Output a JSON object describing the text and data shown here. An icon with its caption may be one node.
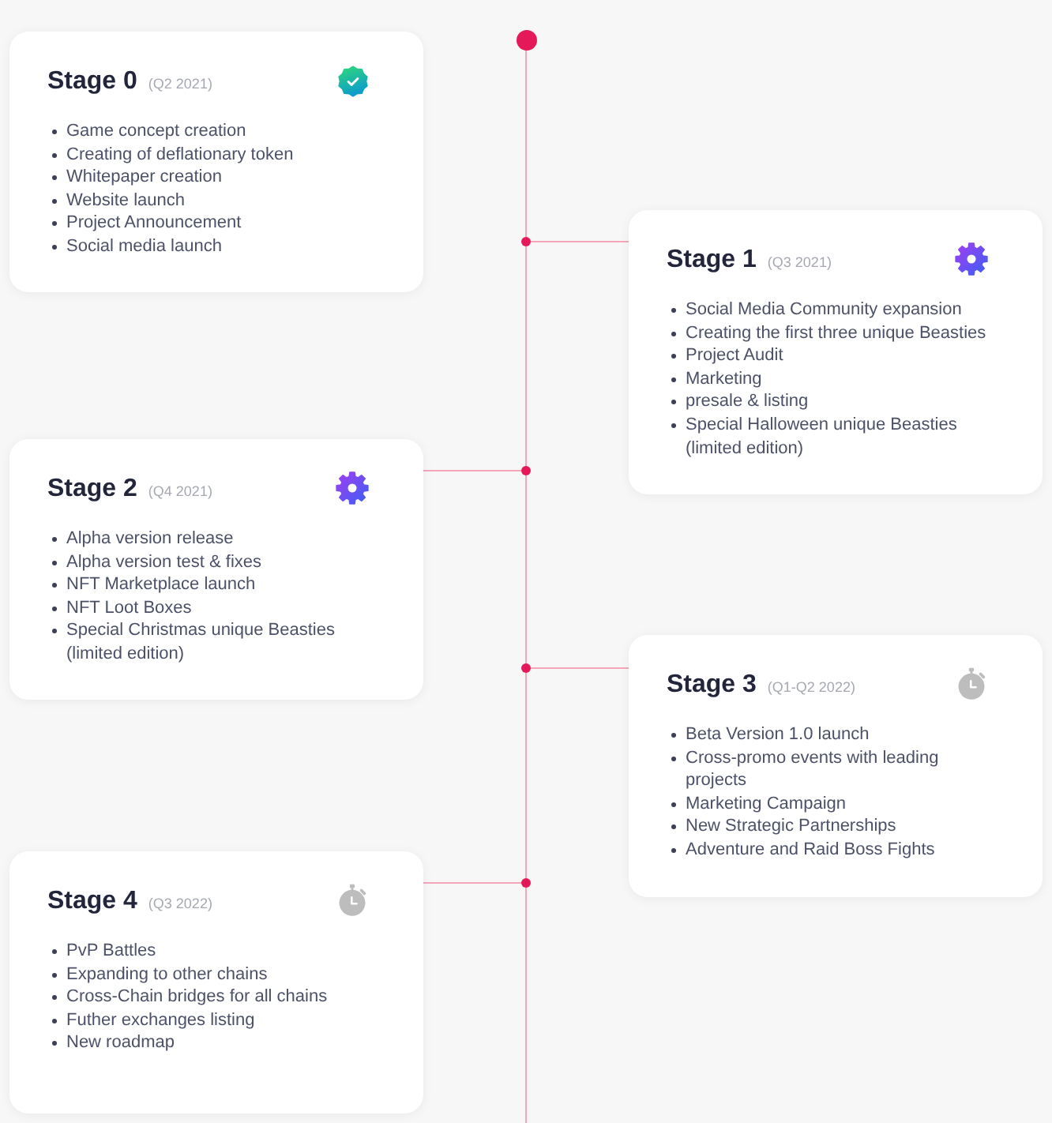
{
  "diagram": {
    "nodes": [
      {
        "text": [],
        "shape": "circle"
      },
      {
        "text": [
          "Stage 0",
          "(Q2 2021)",
          "Game concept creation",
          "Creating of deflationary token",
          "Whitepaper creation",
          "Website launch",
          "Project Announcement",
          "Social media launch"
        ]
      },
      {
        "text": [],
        "shape": "circle"
      },
      {
        "text": [
          "Stage 1",
          "(Q3 2021)",
          "Social Media Community expansion",
          "Creating the first three unique Beasties",
          "Project Audit",
          "Marketing",
          "presale & listing",
          "Special Halloween unique Beasties (limited edition)"
        ]
      },
      {
        "text": [],
        "shape": "circle"
      },
      {
        "text": [
          "Stage 2",
          "(Q4 2021)",
          "Alpha version release",
          "Alpha version test & fixes",
          "NFT Marketplace launch",
          "NFT Loot Boxes",
          "Special Christmas unique Beasties (limited edition)"
        ]
      },
      {
        "text": [],
        "shape": "circle"
      },
      {
        "text": [
          "Stage 3",
          "(Q1-Q2 2022)",
          "Beta Version 1.0 launch",
          "Cross-promo events with leading projects",
          "Marketing Campaign",
          "New Strategic Partnerships",
          "Adventure and Raid Boss Fights"
        ]
      },
      {
        "text": [],
        "shape": "circle"
      },
      {
        "text": [
          "Stage 4",
          "(Q3 2022)",
          "PvP Battles",
          "Expanding to other chains",
          "Cross-Chain bridges for all chains",
          "Futher exchanges listing",
          "New roadmap"
        ]
      }
    ],
    "edges": [
      {
        "from": 0,
        "to": 2,
        "arrow": "none"
      },
      {
        "from": 2,
        "to": 3,
        "arrow": "none"
      },
      {
        "from": 2,
        "to": 4,
        "arrow": "none"
      },
      {
        "from": 4,
        "to": 5,
        "arrow": "none"
      },
      {
        "from": 4,
        "to": 6,
        "arrow": "none"
      },
      {
        "from": 6,
        "to": 7,
        "arrow": "none"
      },
      {
        "from": 6,
        "to": 8,
        "arrow": "none"
      },
      {
        "from": 8,
        "to": 9,
        "arrow": "none"
      },
      {
        "from": 8,
        "to": null,
        "arrow": "none"
      }
    ]
  }
}
